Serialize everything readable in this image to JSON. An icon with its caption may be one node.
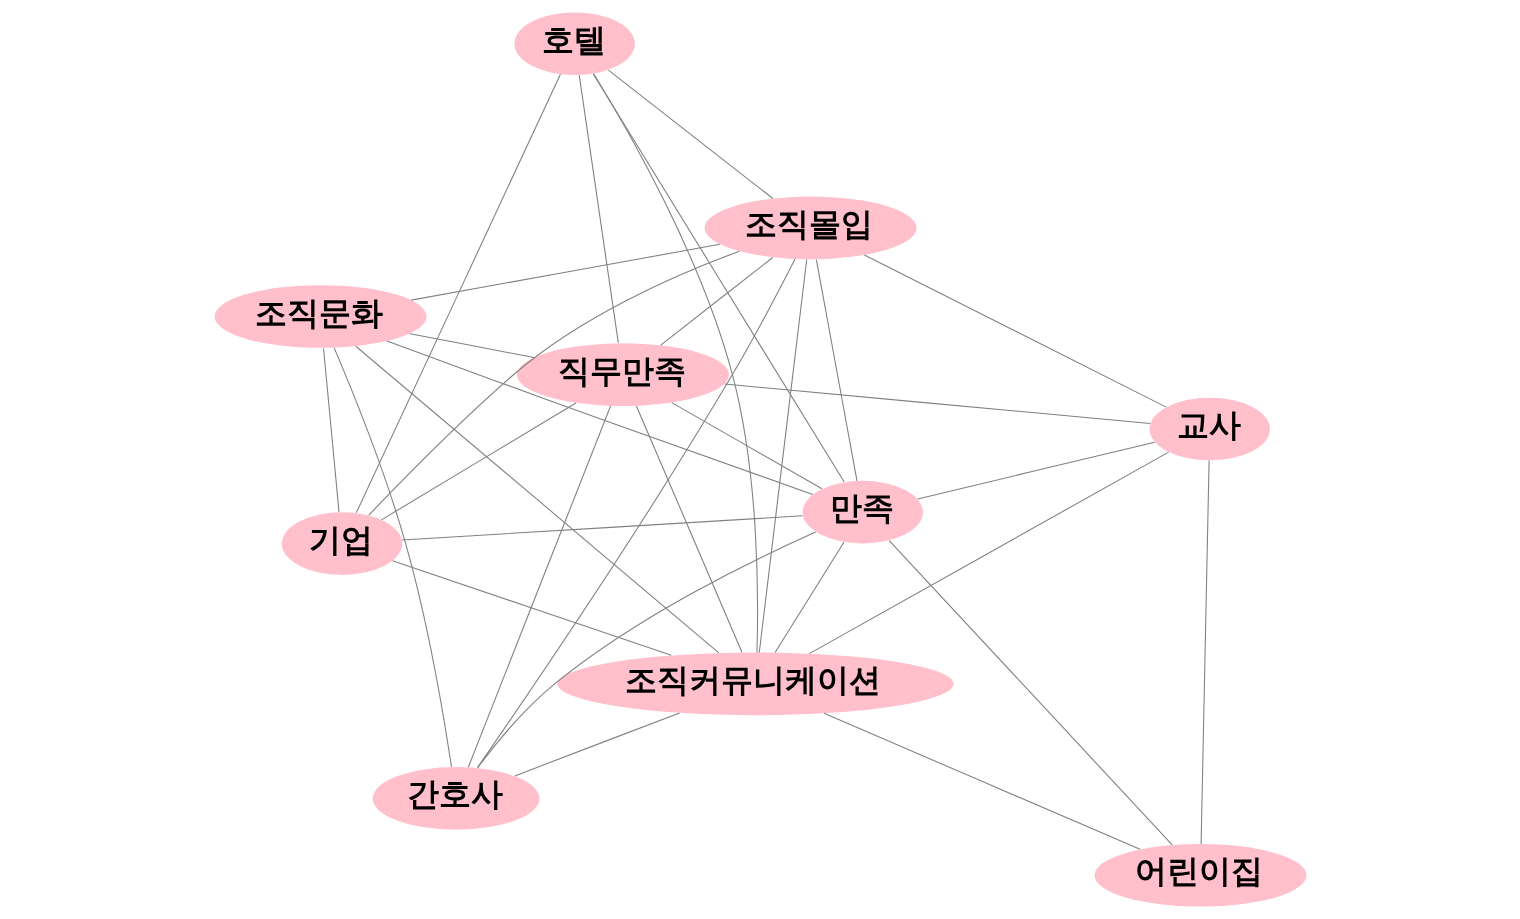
{
  "diagram": {
    "nodes": [
      {
        "text": [
          "호텔"
        ]
      },
      {
        "text": [
          "교사"
        ]
      },
      {
        "text": [
          "직무만족"
        ]
      },
      {
        "text": [
          "만족"
        ]
      },
      {
        "text": [
          "조직커뮤니케이션"
        ]
      },
      {
        "text": [
          "조직몰입"
        ]
      },
      {
        "text": [
          "기업"
        ]
      },
      {
        "text": [
          "어린이집"
        ]
      },
      {
        "text": [
          "간호사"
        ]
      },
      {
        "text": [
          "조직문화"
        ]
      }
    ],
    "edges": [
      {
        "from": 0,
        "to": 2,
        "arrow": "none"
      },
      {
        "from": 0,
        "to": 3,
        "arrow": "none"
      },
      {
        "from": 0,
        "to": 4,
        "arrow": "none"
      },
      {
        "from": 0,
        "to": 5,
        "arrow": "none"
      },
      {
        "from": 0,
        "to": 6,
        "arrow": "none"
      },
      {
        "from": 1,
        "to": 2,
        "arrow": "none"
      },
      {
        "from": 1,
        "to": 3,
        "arrow": "none"
      },
      {
        "from": 1,
        "to": 5,
        "arrow": "none"
      },
      {
        "from": 1,
        "to": 4,
        "arrow": "none"
      },
      {
        "from": 1,
        "to": 7,
        "arrow": "none"
      },
      {
        "from": 2,
        "to": 3,
        "arrow": "none"
      },
      {
        "from": 2,
        "to": 4,
        "arrow": "none"
      },
      {
        "from": 2,
        "to": 9,
        "arrow": "none"
      },
      {
        "from": 2,
        "to": 8,
        "arrow": "none"
      },
      {
        "from": 2,
        "to": 5,
        "arrow": "none"
      },
      {
        "from": 2,
        "to": 6,
        "arrow": "none"
      },
      {
        "from": 3,
        "to": 6,
        "arrow": "none"
      },
      {
        "from": 3,
        "to": 4,
        "arrow": "none"
      },
      {
        "from": 3,
        "to": 9,
        "arrow": "none"
      },
      {
        "from": 3,
        "to": 8,
        "arrow": "none"
      },
      {
        "from": 3,
        "to": 7,
        "arrow": "none"
      },
      {
        "from": 3,
        "to": 5,
        "arrow": "none"
      },
      {
        "from": 4,
        "to": 9,
        "arrow": "none"
      },
      {
        "from": 4,
        "to": 8,
        "arrow": "none"
      },
      {
        "from": 4,
        "to": 5,
        "arrow": "none"
      },
      {
        "from": 4,
        "to": 6,
        "arrow": "none"
      },
      {
        "from": 4,
        "to": 7,
        "arrow": "none"
      },
      {
        "from": 5,
        "to": 6,
        "arrow": "none"
      },
      {
        "from": 5,
        "to": 9,
        "arrow": "none"
      },
      {
        "from": 5,
        "to": 8,
        "arrow": "none"
      },
      {
        "from": 6,
        "to": 9,
        "arrow": "none"
      },
      {
        "from": 8,
        "to": 9,
        "arrow": "none"
      }
    ]
  }
}
